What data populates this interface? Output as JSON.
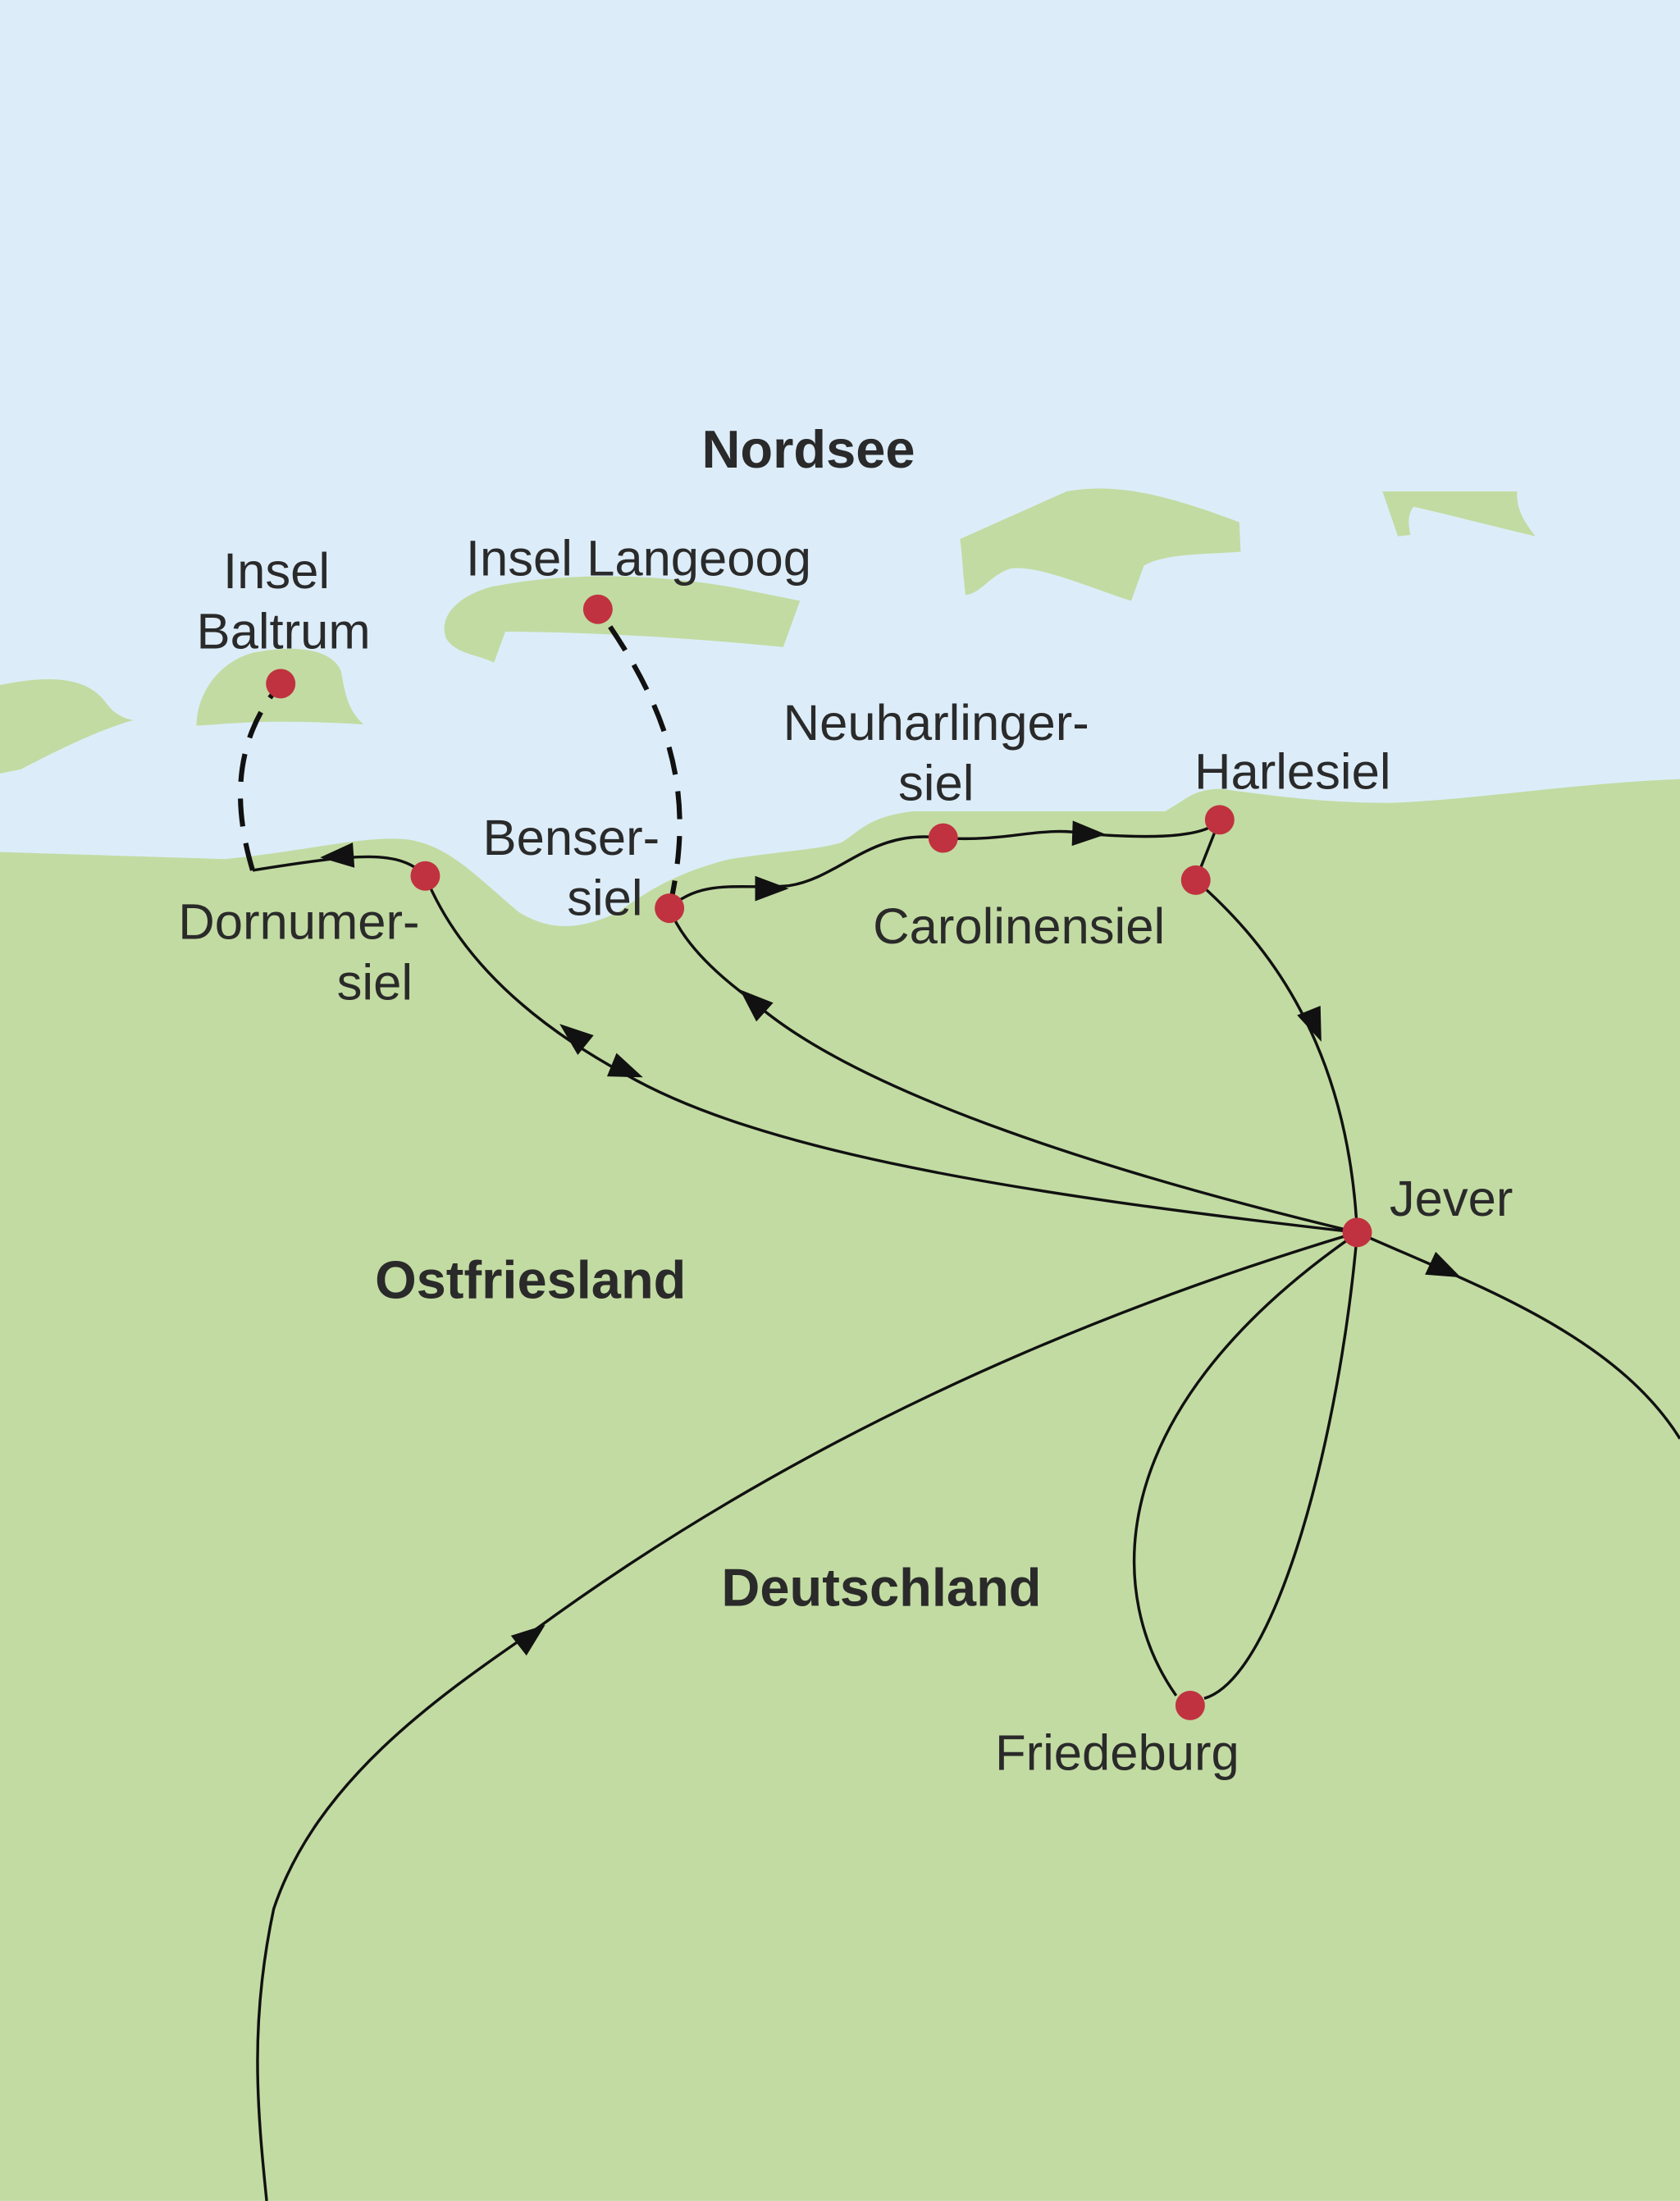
{
  "colors": {
    "water": "#dcedf9",
    "land": "#c2dba2",
    "stop": "#c0323f",
    "route": "#111111"
  },
  "regions": {
    "sea": "Nordsee",
    "region": "Ostfriesland",
    "country": "Deutschland"
  },
  "places": {
    "baltrum": [
      "Insel",
      "Baltrum"
    ],
    "langeoog": "Insel Langeoog",
    "neuharlingersiel": [
      "Neuharlinger-",
      "siel"
    ],
    "harlesiel": "Harlesiel",
    "bensersiel": [
      "Benser-",
      "siel"
    ],
    "carolinensiel": "Carolinensiel",
    "dornumersiel": [
      "Dornumer-",
      "siel"
    ],
    "jever": "Jever",
    "friedeburg": "Friedeburg"
  }
}
